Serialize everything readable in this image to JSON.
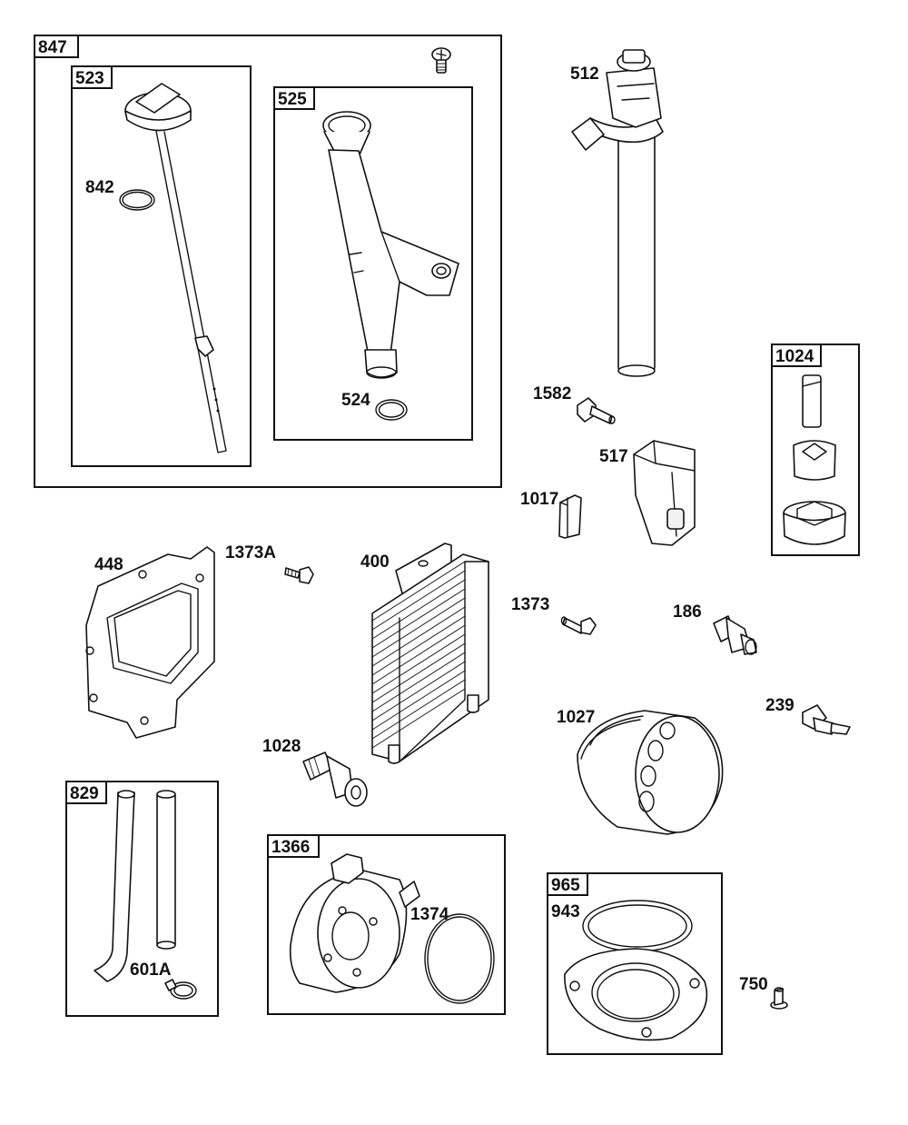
{
  "groups": {
    "g847": "847",
    "g523": "523",
    "g525": "525",
    "g1024": "1024",
    "g829": "829",
    "g1366": "1366",
    "g965": "965"
  },
  "labels": {
    "p842": "842",
    "p524": "524",
    "p512": "512",
    "p1582": "1582",
    "p517": "517",
    "p1017": "1017",
    "p448": "448",
    "p1373A": "1373A",
    "p400": "400",
    "p1373": "1373",
    "p186": "186",
    "p239": "239",
    "p1027": "1027",
    "p1028": "1028",
    "p601A": "601A",
    "p1374": "1374",
    "p943": "943",
    "p750": "750"
  }
}
